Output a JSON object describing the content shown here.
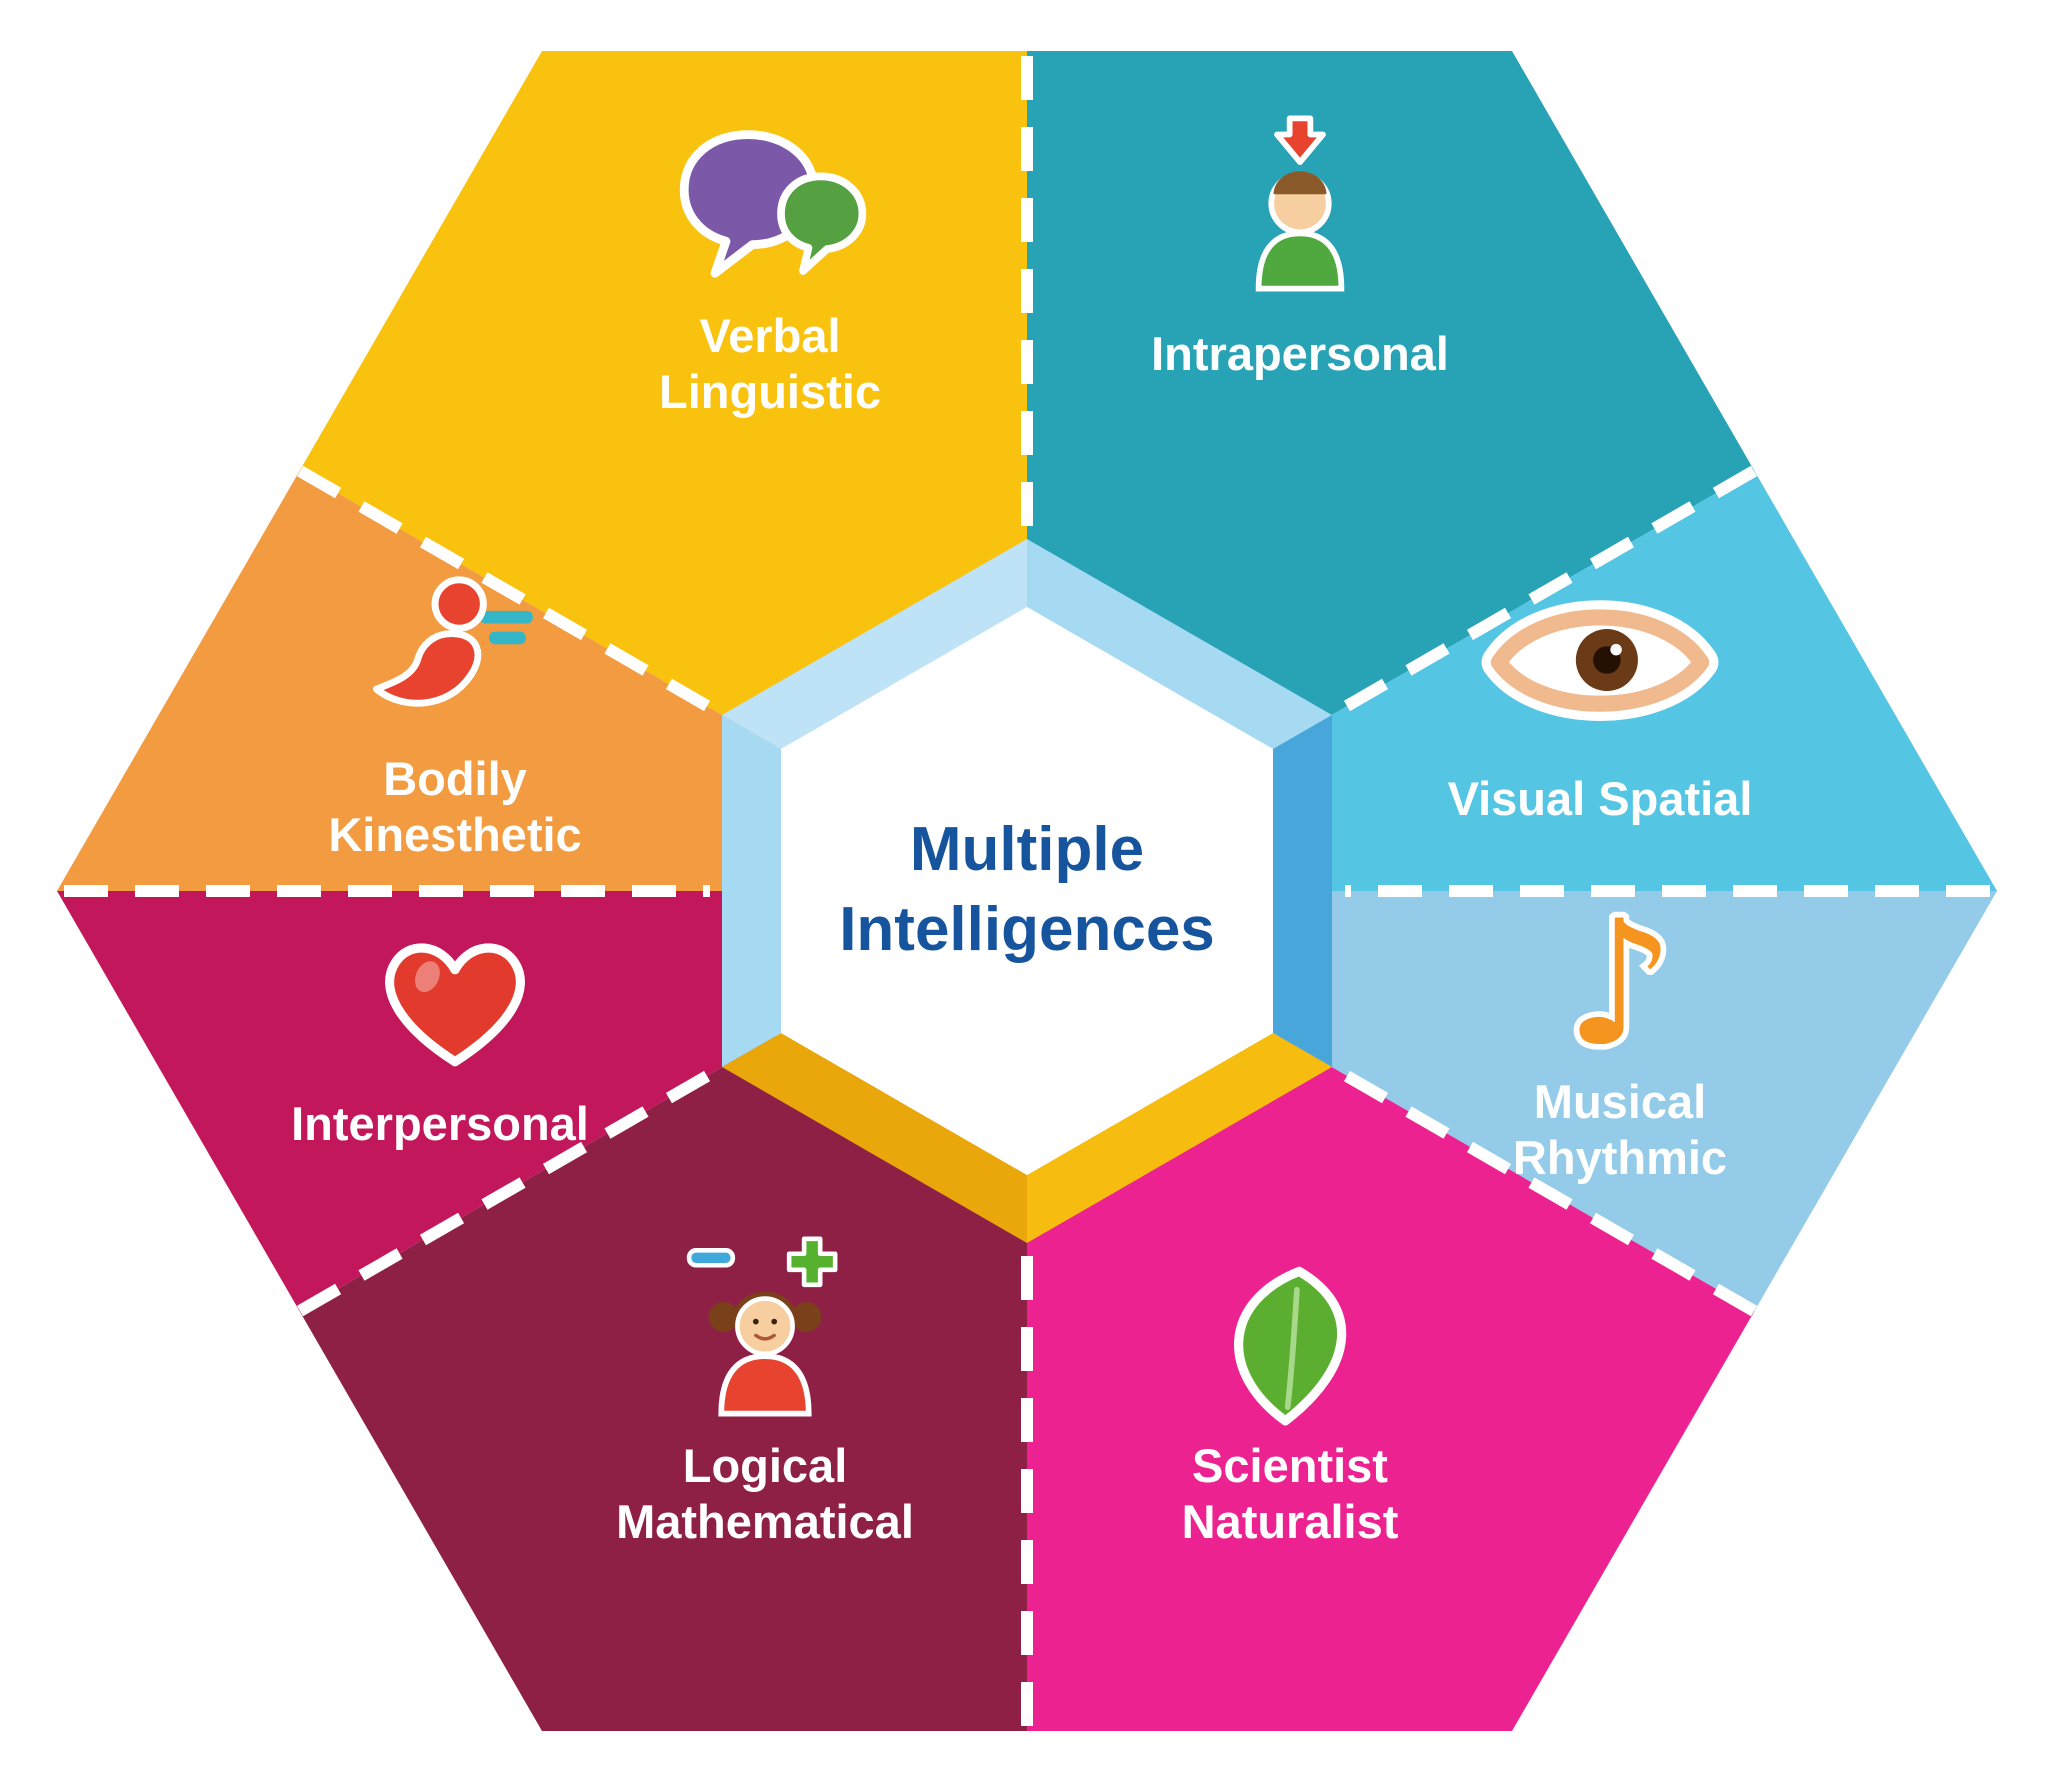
{
  "title": {
    "line1": "Multiple",
    "line2": "Intelligences",
    "color": "#17549E"
  },
  "label_color": "#FFFFFF",
  "divider_color": "#FFFFFF",
  "segments": [
    {
      "name": "Verbal Linguistic",
      "label_lines": [
        "Verbal",
        "Linguistic"
      ],
      "color": "#F9C20F",
      "icon": "speech-bubbles-icon"
    },
    {
      "name": "Intrapersonal",
      "label_lines": [
        "Intrapersonal"
      ],
      "color": "#28A3B6",
      "icon": "person-down-arrow-icon"
    },
    {
      "name": "Visual Spatial",
      "label_lines": [
        "Visual Spatial"
      ],
      "color": "#54C6E4",
      "icon": "eye-icon"
    },
    {
      "name": "Musical Rhythmic",
      "label_lines": [
        "Musical",
        "Rhythmic"
      ],
      "color": "#94CBE9",
      "icon": "music-note-icon"
    },
    {
      "name": "Scientist Naturalist",
      "label_lines": [
        "Scientist",
        "Naturalist"
      ],
      "color": "#EC2290",
      "icon": "leaf-icon"
    },
    {
      "name": "Logical Mathematical",
      "label_lines": [
        "Logical",
        "Mathematical"
      ],
      "color": "#8E2045",
      "icon": "girl-math-icon"
    },
    {
      "name": "Interpersonal",
      "label_lines": [
        "Interpersonal"
      ],
      "color": "#C2175B",
      "icon": "heart-icon"
    },
    {
      "name": "Bodily Kinesthetic",
      "label_lines": [
        "Bodily",
        "Kinesthetic"
      ],
      "color": "#F29B40",
      "icon": "running-person-icon"
    }
  ],
  "icons": {
    "music_note_glyph": "♪"
  },
  "center": {
    "background": "#FFFFFF",
    "frame": {
      "top_left": "#BEE3F6",
      "top_right": "#A6D9F2",
      "right": "#49A6DB",
      "bottom_right": "#F6BC10",
      "bottom_left": "#E9A70C",
      "left": "#A6D9F2"
    }
  }
}
